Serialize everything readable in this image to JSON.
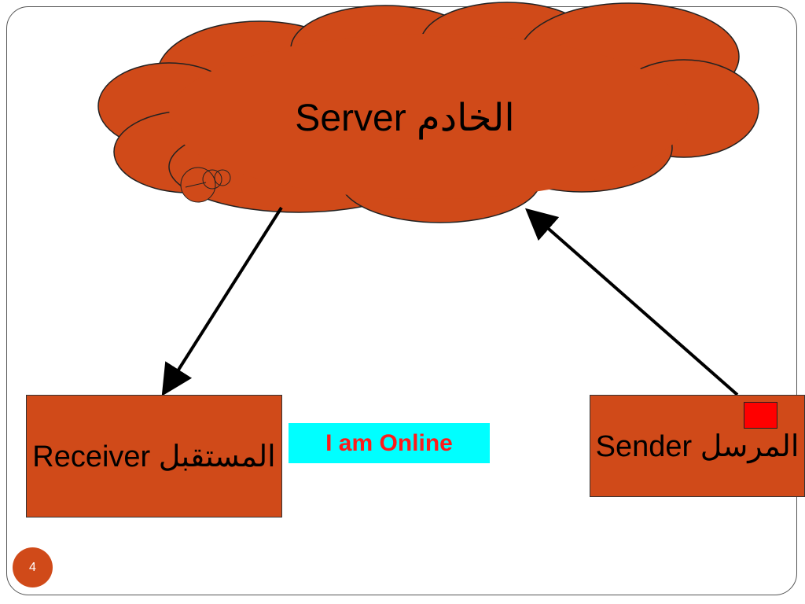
{
  "server": {
    "label": "Server الخادم"
  },
  "receiver": {
    "label": "Receiver المستقبل"
  },
  "sender": {
    "label": "Sender المرسل"
  },
  "status": {
    "text": "I am Online"
  },
  "slide": {
    "number": "4"
  },
  "colors": {
    "node_fill": "#D04A19",
    "status_bg": "#00FFFF",
    "status_text": "#FF1A1A",
    "marker": "#FF0000"
  },
  "edges": [
    {
      "from": "server",
      "to": "receiver"
    },
    {
      "from": "sender",
      "to": "server"
    }
  ]
}
